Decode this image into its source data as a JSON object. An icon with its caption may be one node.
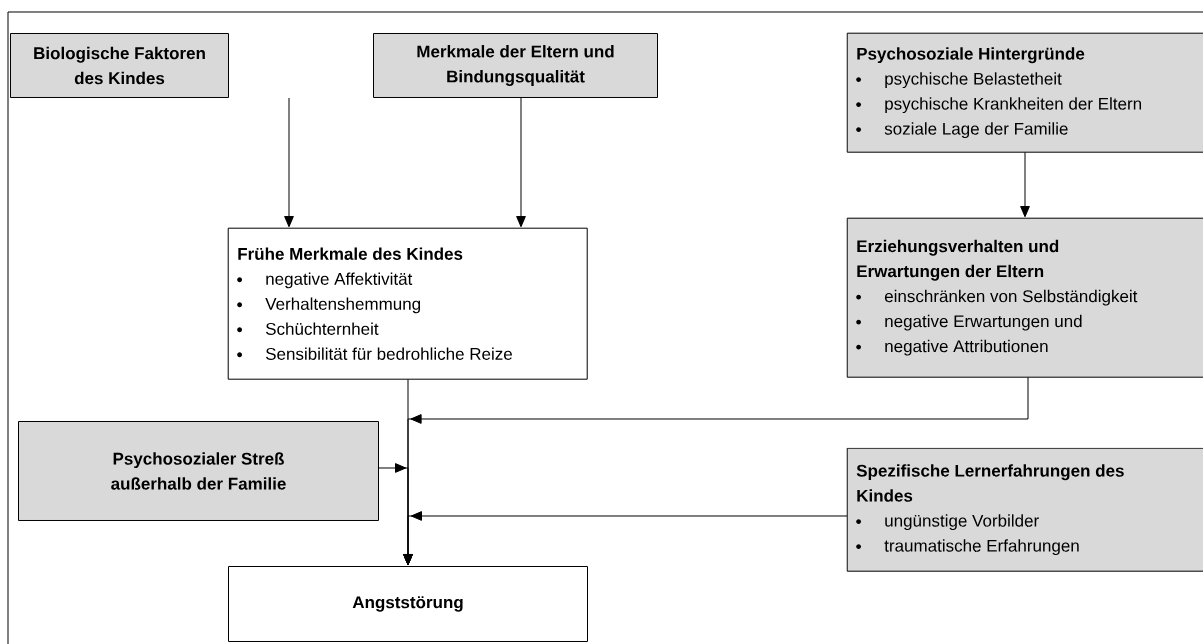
{
  "diagram": {
    "nodes": [
      {
        "text": [
          "Biologische Faktoren des Kindes"
        ]
      },
      {
        "text": [
          "Merkmale der Eltern und Bindungsqualität"
        ]
      },
      {
        "text": [
          "Psychosoziale Hintergründe",
          "psychische Belastetheit",
          "psychische Krankheiten der Eltern",
          "soziale Lage der Familie"
        ]
      },
      {
        "text": [
          "Frühe Merkmale des Kindes",
          "negative Affektivität",
          "Verhaltenshemmung",
          "Schüchternheit",
          "Sensibilität für bedrohliche Reize"
        ]
      },
      {
        "text": [
          "Erziehungsverhalten und Erwartungen der Eltern",
          "einschränken von Selbständigkeit",
          "negative Erwartungen und",
          "negative Attributionen"
        ]
      },
      {
        "text": [
          "Psychosozialer Streß außerhalb der Familie"
        ]
      },
      {
        "text": [
          "Spezifische Lernerfahrungen des Kindes",
          "ungünstige Vorbilder",
          "traumatische Erfahrungen"
        ]
      },
      {
        "text": [
          "Angststörung"
        ]
      }
    ],
    "edges": [
      {
        "from": 0,
        "to": 3,
        "arrow": "to"
      },
      {
        "from": 1,
        "to": 3,
        "arrow": "to"
      },
      {
        "from": 2,
        "to": 4,
        "arrow": "to"
      },
      {
        "from": 3,
        "to": 7,
        "arrow": "to"
      },
      {
        "from": 4,
        "to": 7,
        "arrow": "to"
      },
      {
        "from": 5,
        "to": 7,
        "arrow": "to"
      },
      {
        "from": 6,
        "to": 7,
        "arrow": "to"
      }
    ]
  }
}
